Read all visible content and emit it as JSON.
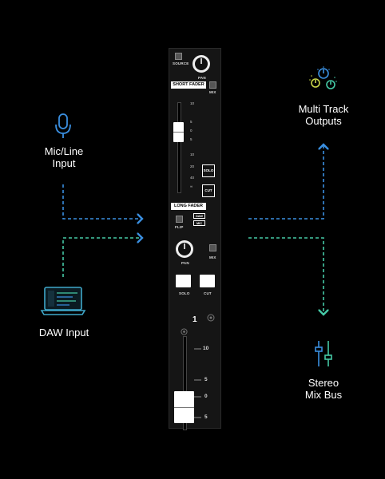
{
  "io": {
    "mic_line": "Mic/Line\nInput",
    "daw_input": "DAW Input",
    "multi_track": "Multi Track\nOutputs",
    "stereo_mix": "Stereo\nMix Bus"
  },
  "strip": {
    "source": "SOURCE",
    "pan_top": "PAN",
    "short_fader": "SHORT FADER",
    "mix_top": "MIX",
    "scale_short": [
      "10",
      "5",
      "0",
      "5",
      "10",
      "20",
      "40",
      "∞"
    ],
    "solo_short": "SOLO",
    "cut_short": "CUT",
    "long_fader": "LONG FADER",
    "flip": "FLIP",
    "daw": "DAW",
    "mic": "MIC",
    "pan_bottom": "PAN",
    "mix_bottom": "MIX",
    "solo_bottom": "SOLO",
    "cut_bottom": "CUT",
    "channel_number": "1",
    "scale_long": [
      "10",
      "5",
      "0",
      "5"
    ]
  },
  "colors": {
    "blue": "#3a8fe0",
    "teal": "#45c9a6",
    "background": "#000000"
  }
}
